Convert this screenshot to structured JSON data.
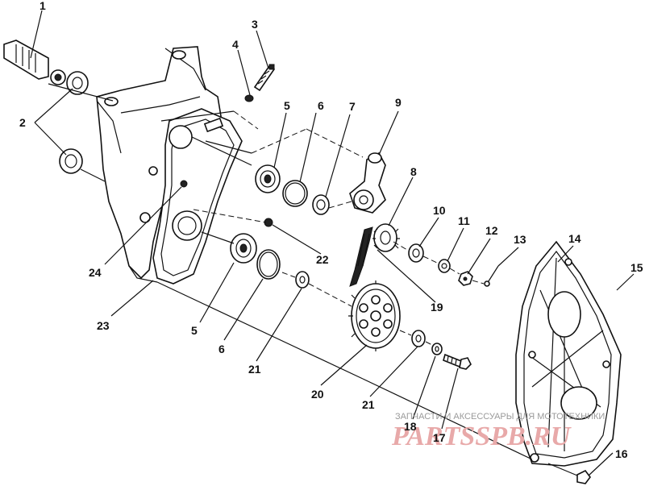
{
  "diagram": {
    "callouts": [
      "1",
      "2",
      "3",
      "4",
      "5",
      "6",
      "7",
      "9",
      "8",
      "10",
      "11",
      "12",
      "13",
      "14",
      "15",
      "22",
      "24",
      "19",
      "23",
      "5",
      "6",
      "21",
      "20",
      "21",
      "18",
      "17",
      "16"
    ],
    "watermark": {
      "top": "ЗАПЧАСТИ И АКСЕССУАРЫ ДЛЯ МОТОТЕХНИКИ",
      "brand": "PARTSSPB.RU"
    }
  }
}
